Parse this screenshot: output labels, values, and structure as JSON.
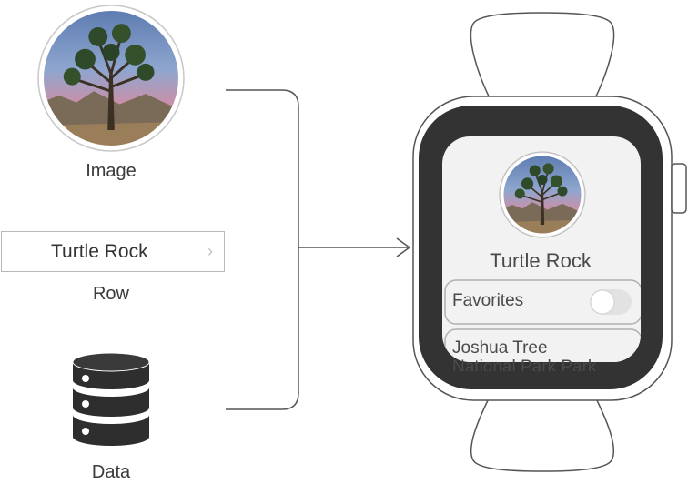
{
  "left_items": {
    "image_label": "Image",
    "row_label": "Row",
    "data_label": "Data",
    "row_title": "Turtle Rock",
    "row_chevron": "›"
  },
  "watch": {
    "title": "Turtle Rock",
    "favorites_label": "Favorites",
    "favorites_on": false,
    "park_label_line1": "Joshua Tree",
    "park_label_line2": "National Park Park"
  },
  "colors": {
    "stroke": "#555555",
    "watch_bezel": "#333333",
    "screen_bg": "#f2f2f2",
    "sky_pink": "#d98a9e",
    "sky_blue": "#6f8fbf"
  },
  "icons": [
    "joshua-tree-photo",
    "database-icon",
    "chevron-right-icon",
    "toggle-switch-icon"
  ]
}
